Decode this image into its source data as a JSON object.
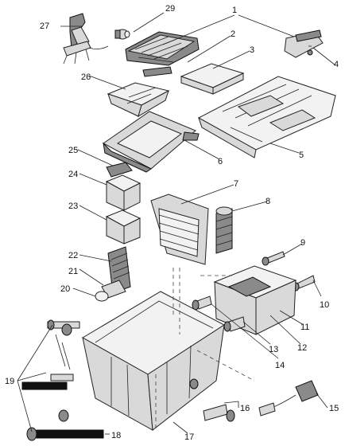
{
  "diagram": {
    "callouts": [
      {
        "id": "c1",
        "label": "1"
      },
      {
        "id": "c2",
        "label": "2"
      },
      {
        "id": "c3",
        "label": "3"
      },
      {
        "id": "c4",
        "label": "4"
      },
      {
        "id": "c5",
        "label": "5"
      },
      {
        "id": "c6",
        "label": "6"
      },
      {
        "id": "c7",
        "label": "7"
      },
      {
        "id": "c8",
        "label": "8"
      },
      {
        "id": "c9",
        "label": "9"
      },
      {
        "id": "c10",
        "label": "10"
      },
      {
        "id": "c11",
        "label": "11"
      },
      {
        "id": "c12",
        "label": "12"
      },
      {
        "id": "c13",
        "label": "13"
      },
      {
        "id": "c14",
        "label": "14"
      },
      {
        "id": "c15",
        "label": "15"
      },
      {
        "id": "c16",
        "label": "16"
      },
      {
        "id": "c17",
        "label": "17"
      },
      {
        "id": "c18",
        "label": "18"
      },
      {
        "id": "c19",
        "label": "19"
      },
      {
        "id": "c20",
        "label": "20"
      },
      {
        "id": "c21",
        "label": "21"
      },
      {
        "id": "c22",
        "label": "22"
      },
      {
        "id": "c23",
        "label": "23"
      },
      {
        "id": "c24",
        "label": "24"
      },
      {
        "id": "c25",
        "label": "25"
      },
      {
        "id": "c26",
        "label": "26"
      },
      {
        "id": "c27",
        "label": "27"
      },
      {
        "id": "c29",
        "label": "29"
      }
    ]
  }
}
